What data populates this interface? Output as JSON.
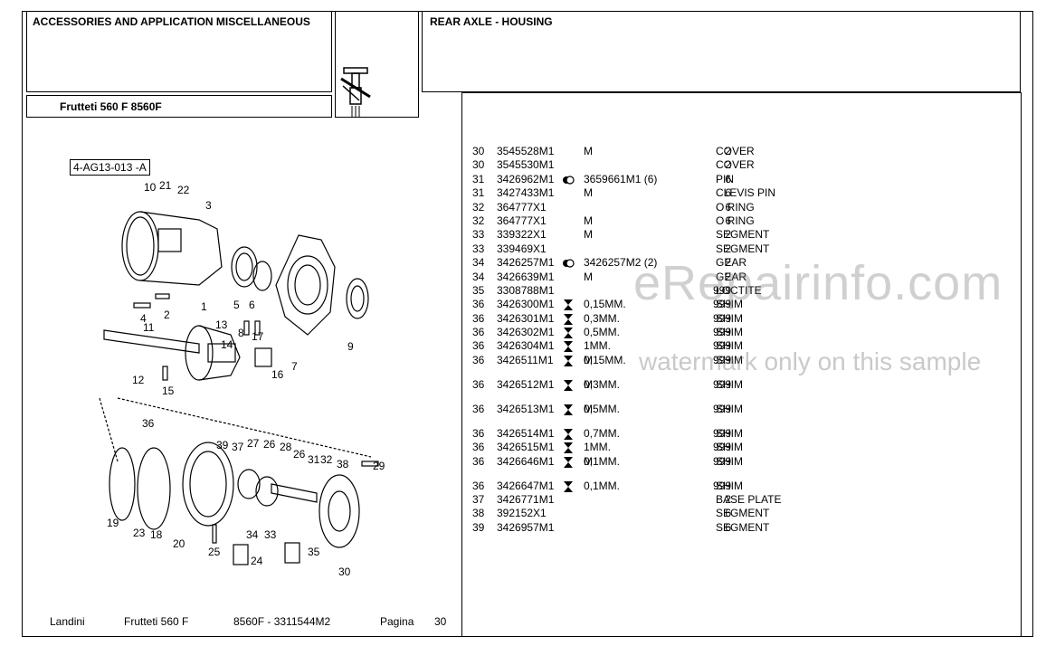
{
  "header": {
    "left_title": "ACCESSORIES AND APPLICATION MISCELLANEOUS",
    "model_label": "Frutteti 560 F 8560F",
    "right_title": "REAR AXLE - HOUSING"
  },
  "diagram": {
    "code": "4-AG13-013 -A",
    "callouts": [
      "10",
      "21",
      "22",
      "3",
      "1",
      "2",
      "4",
      "5",
      "6",
      "11",
      "13",
      "14",
      "8",
      "17",
      "12",
      "15",
      "16",
      "7",
      "9",
      "36",
      "39",
      "37",
      "27",
      "26",
      "28",
      "26",
      "31",
      "32",
      "38",
      "29",
      "19",
      "23",
      "18",
      "20",
      "34",
      "33",
      "25",
      "24",
      "35",
      "30"
    ]
  },
  "parts": [
    {
      "ref": "30",
      "pn": "3545528M1",
      "sym": "",
      "note": "M",
      "note2": "",
      "qty": "2",
      "desc": "COVER"
    },
    {
      "ref": "30",
      "pn": "3545530M1",
      "sym": "",
      "note": "",
      "note2": "",
      "qty": "2",
      "desc": "COVER"
    },
    {
      "ref": "31",
      "pn": "3426962M1",
      "sym": "replace",
      "note": "3659661M1  (6)",
      "note2": "",
      "qty": "6",
      "desc": "PIN"
    },
    {
      "ref": "31",
      "pn": "3427433M1",
      "sym": "",
      "note": "M",
      "note2": "",
      "qty": "6",
      "desc": "CLEVIS PIN"
    },
    {
      "ref": "32",
      "pn": "364777X1",
      "sym": "",
      "note": "",
      "note2": "",
      "qty": "6",
      "desc": "O RING"
    },
    {
      "ref": "32",
      "pn": "364777X1",
      "sym": "",
      "note": "M",
      "note2": "",
      "qty": "6",
      "desc": "O RING"
    },
    {
      "ref": "33",
      "pn": "339322X1",
      "sym": "",
      "note": "M",
      "note2": "",
      "qty": "2",
      "desc": "SEGMENT"
    },
    {
      "ref": "33",
      "pn": "339469X1",
      "sym": "",
      "note": "",
      "note2": "",
      "qty": "2",
      "desc": "SEGMENT"
    },
    {
      "ref": "34",
      "pn": "3426257M1",
      "sym": "replace",
      "note": "3426257M2  (2)",
      "note2": "",
      "qty": "2",
      "desc": "GEAR"
    },
    {
      "ref": "34",
      "pn": "3426639M1",
      "sym": "",
      "note": "M",
      "note2": "",
      "qty": "2",
      "desc": "GEAR"
    },
    {
      "ref": "35",
      "pn": "3308788M1",
      "sym": "",
      "note": "",
      "note2": "",
      "qty": "999",
      "desc": "LOCTITE"
    },
    {
      "ref": "36",
      "pn": "3426300M1",
      "sym": "hourglass",
      "note": "0,15MM.",
      "note2": "",
      "qty": "999",
      "desc": "SHIM"
    },
    {
      "ref": "36",
      "pn": "3426301M1",
      "sym": "hourglass",
      "note": "0,3MM.",
      "note2": "",
      "qty": "999",
      "desc": "SHIM"
    },
    {
      "ref": "36",
      "pn": "3426302M1",
      "sym": "hourglass",
      "note": "0,5MM.",
      "note2": "",
      "qty": "999",
      "desc": "SHIM"
    },
    {
      "ref": "36",
      "pn": "3426304M1",
      "sym": "hourglass",
      "note": "1MM.",
      "note2": "",
      "qty": "999",
      "desc": "SHIM"
    },
    {
      "ref": "36",
      "pn": "3426511M1",
      "sym": "hourglass",
      "note": "0,15MM.",
      "note2": "M",
      "qty": "999",
      "desc": "SHIM"
    },
    {
      "ref": "36",
      "pn": "3426512M1",
      "sym": "hourglass",
      "note": "0,3MM.",
      "note2": "M",
      "qty": "999",
      "desc": "SHIM"
    },
    {
      "ref": "36",
      "pn": "3426513M1",
      "sym": "hourglass",
      "note": "0,5MM.",
      "note2": "M",
      "qty": "999",
      "desc": "SHIM"
    },
    {
      "ref": "36",
      "pn": "3426514M1",
      "sym": "hourglass",
      "note": "0,7MM.",
      "note2": "",
      "qty": "999",
      "desc": "SHIM"
    },
    {
      "ref": "36",
      "pn": "3426515M1",
      "sym": "hourglass",
      "note": "1MM.",
      "note2": "",
      "qty": "999",
      "desc": "SHIM"
    },
    {
      "ref": "36",
      "pn": "3426646M1",
      "sym": "hourglass",
      "note": "0,1MM.",
      "note2": "M",
      "qty": "999",
      "desc": "SHIM"
    },
    {
      "ref": "36",
      "pn": "3426647M1",
      "sym": "hourglass",
      "note": "0,1MM.",
      "note2": "",
      "qty": "999",
      "desc": "SHIM"
    },
    {
      "ref": "37",
      "pn": "3426771M1",
      "sym": "",
      "note": "",
      "note2": "",
      "qty": "2",
      "desc": "BASE PLATE"
    },
    {
      "ref": "38",
      "pn": "392152X1",
      "sym": "",
      "note": "",
      "note2": "",
      "qty": "6",
      "desc": "SEGMENT"
    },
    {
      "ref": "39",
      "pn": "3426957M1",
      "sym": "",
      "note": "",
      "note2": "",
      "qty": "6",
      "desc": "SEGMENT"
    }
  ],
  "footer": {
    "brand": "Landini",
    "model": "Frutteti 560 F",
    "code": "8560F - 3311544M2",
    "page_label": "Pagina",
    "page_number": "30"
  },
  "watermark": {
    "line1": "eRepairinfo.com",
    "line2": "watermark only on this sample"
  }
}
